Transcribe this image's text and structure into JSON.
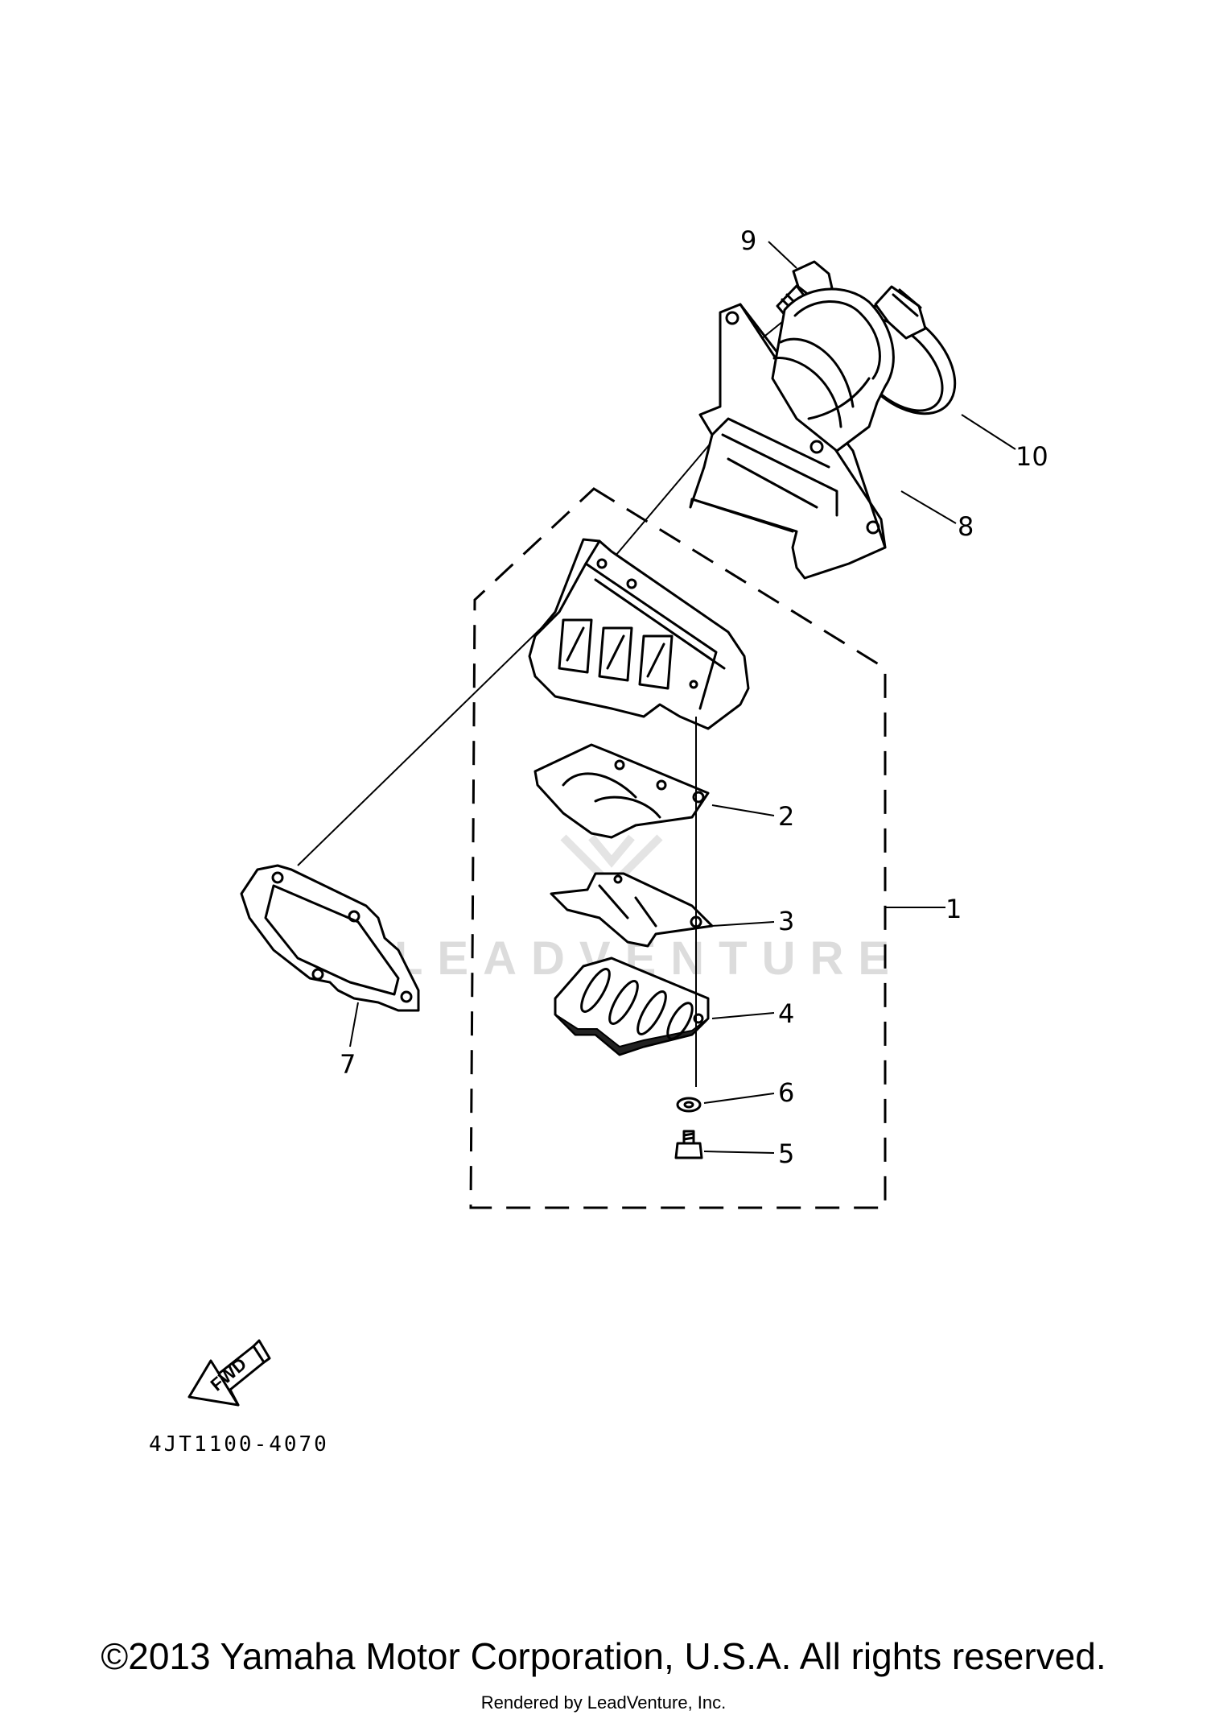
{
  "callouts": {
    "c1": "1",
    "c2": "2",
    "c3": "3",
    "c4": "4",
    "c5": "5",
    "c6": "6",
    "c7": "7",
    "c8": "8",
    "c9": "9",
    "c10": "10"
  },
  "fwd_label": "FWD",
  "diagram_code": "4JT1100-4070",
  "watermark": "LEADVENTURE",
  "copyright": "©2013 Yamaha Motor Corporation, U.S.A. All rights reserved.",
  "rendered_by": "Rendered by LeadVenture, Inc."
}
